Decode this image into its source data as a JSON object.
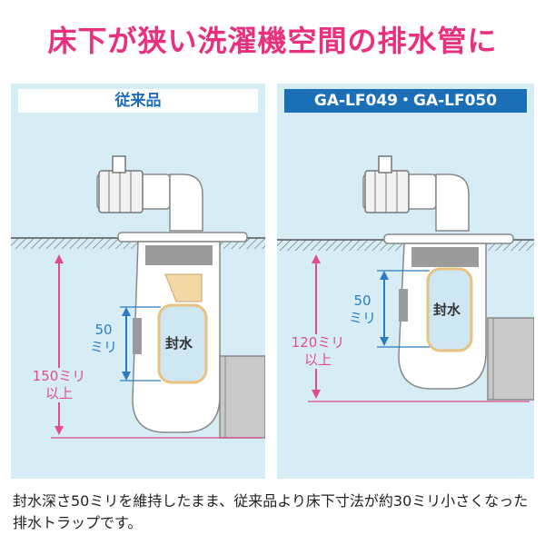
{
  "headline": "床下が狭い洗濯機空間の排水管に",
  "panels": {
    "left": {
      "label": "従来品",
      "seal_label": "封水",
      "seal_depth": "50\nミリ",
      "floor_clearance": "150ミリ\n以上"
    },
    "right": {
      "label": "GA-LF049・GA-LF050",
      "seal_label": "封水",
      "seal_depth": "50\nミリ",
      "floor_clearance": "120ミリ\n以上"
    }
  },
  "caption": "封水深さ50ミリを維持したまま、従来品より床下寸法が約30ミリ小さくなった排水トラップです。",
  "colors": {
    "headline": "#e8307e",
    "panel_bg": "#d7edf6",
    "label_blue": "#1a6fb6",
    "dimension_pink": "#e24d87",
    "dimension_blue": "#2c7cc0",
    "seal_water": "#cfe6f3",
    "seal_cream": "#f3d8a6"
  }
}
